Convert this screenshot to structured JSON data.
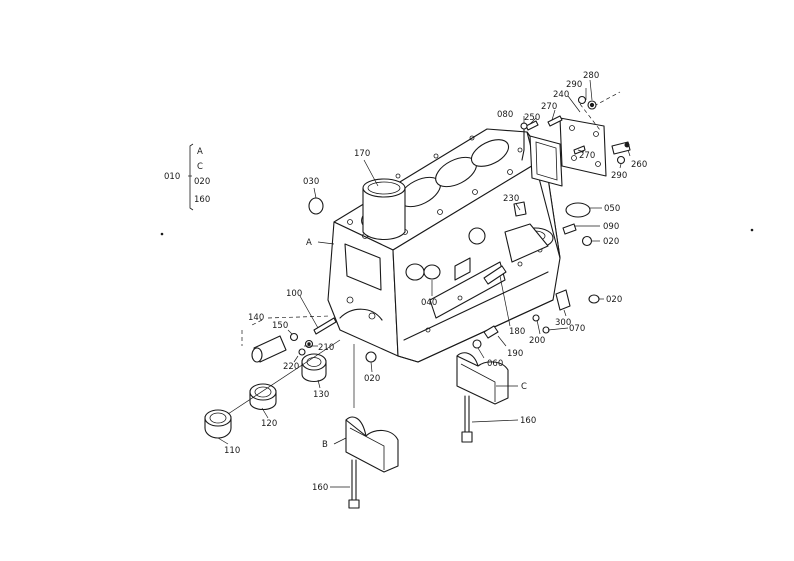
{
  "callouts": {
    "p010": "010",
    "kit_a": "A",
    "kit_c": "C",
    "kit_020": "020",
    "kit_160": "160",
    "p170": "170",
    "p030": "030",
    "pA": "A",
    "p080": "080",
    "p250": "250",
    "p270a": "270",
    "p240": "240",
    "p290a": "290",
    "p280": "280",
    "p270b": "270",
    "p290b": "290",
    "p260": "260",
    "p230": "230",
    "p050": "050",
    "p090": "090",
    "p020a": "020",
    "p020b": "020",
    "p040": "040",
    "p180": "180",
    "p300": "300",
    "p070": "070",
    "p200": "200",
    "p190": "190",
    "p060": "060",
    "pC": "C",
    "p100": "100",
    "p140": "140",
    "p150": "150",
    "p210": "210",
    "p220": "220",
    "p020c": "020",
    "p130": "130",
    "p120": "120",
    "p110": "110",
    "pB": "B",
    "p160a": "160",
    "p160b": "160"
  }
}
